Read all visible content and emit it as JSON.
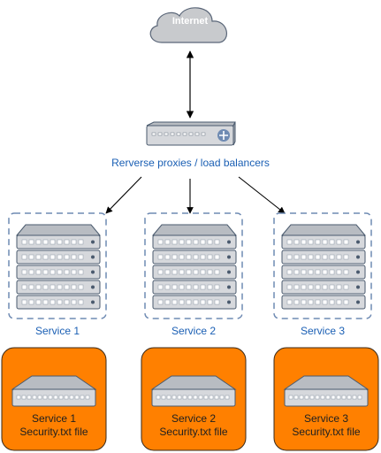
{
  "internet_label": "Internet",
  "proxy_label": "Rerverse proxies / load balancers",
  "services": [
    {
      "label": "Service 1",
      "box_title": "Service 1",
      "box_subtitle": "Security.txt file"
    },
    {
      "label": "Service 2",
      "box_title": "Service 2",
      "box_subtitle": "Security.txt file"
    },
    {
      "label": "Service 3",
      "box_title": "Service 3",
      "box_subtitle": "Security.txt file"
    }
  ],
  "colors": {
    "cloud_fill": "#c8cacd",
    "device_fill": "#d6d8dc",
    "device_stroke": "#4a5a6e",
    "dashed_border": "#6f8bb3",
    "orange_box": "#ff8000",
    "label_blue": "#1a5fb4",
    "arrow": "#000000"
  },
  "icons": [
    "cloud-icon",
    "router-icon",
    "server-rack-icon",
    "switch-icon"
  ]
}
